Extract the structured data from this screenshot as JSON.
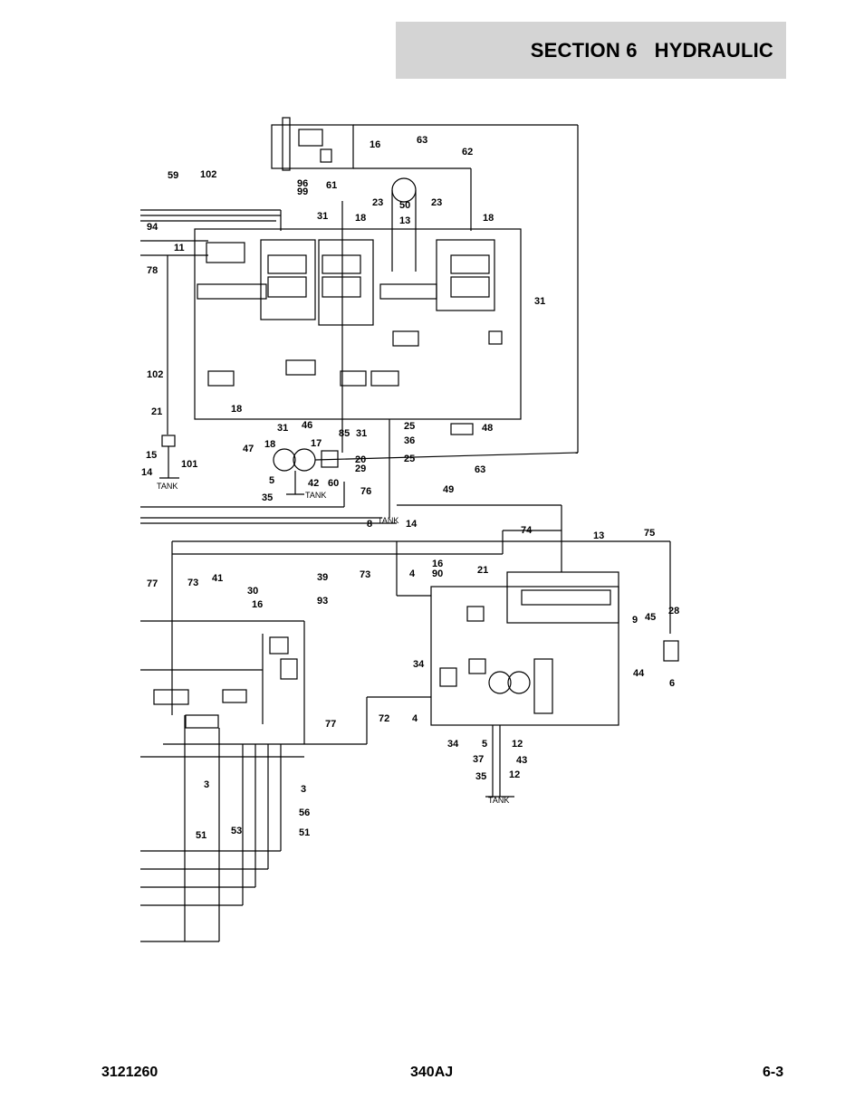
{
  "header": {
    "section_title": "SECTION 6   HYDRAULIC"
  },
  "footer": {
    "doc_number": "3121260",
    "model": "340AJ",
    "page": "6-3"
  },
  "diagram": {
    "callouts": [
      "16",
      "63",
      "62",
      "59",
      "102",
      "96",
      "99",
      "61",
      "23",
      "50",
      "23",
      "13",
      "31",
      "18",
      "18",
      "94",
      "11",
      "78",
      "31",
      "102",
      "21",
      "18",
      "31",
      "46",
      "85",
      "31",
      "25",
      "48",
      "47",
      "18",
      "17",
      "36",
      "15",
      "14",
      "101",
      "20",
      "29",
      "25",
      "63",
      "5",
      "42",
      "60",
      "35",
      "76",
      "49",
      "8",
      "14",
      "74",
      "13",
      "75",
      "77",
      "73",
      "41",
      "39",
      "30",
      "16",
      "93",
      "73",
      "4",
      "16",
      "90",
      "21",
      "28",
      "9",
      "45",
      "34",
      "44",
      "6",
      "72",
      "4",
      "77",
      "34",
      "5",
      "12",
      "37",
      "43",
      "35",
      "12",
      "3",
      "3",
      "56",
      "51",
      "51",
      "53"
    ],
    "tank_labels": [
      "TANK",
      "TANK",
      "TANK",
      "TANK"
    ]
  }
}
